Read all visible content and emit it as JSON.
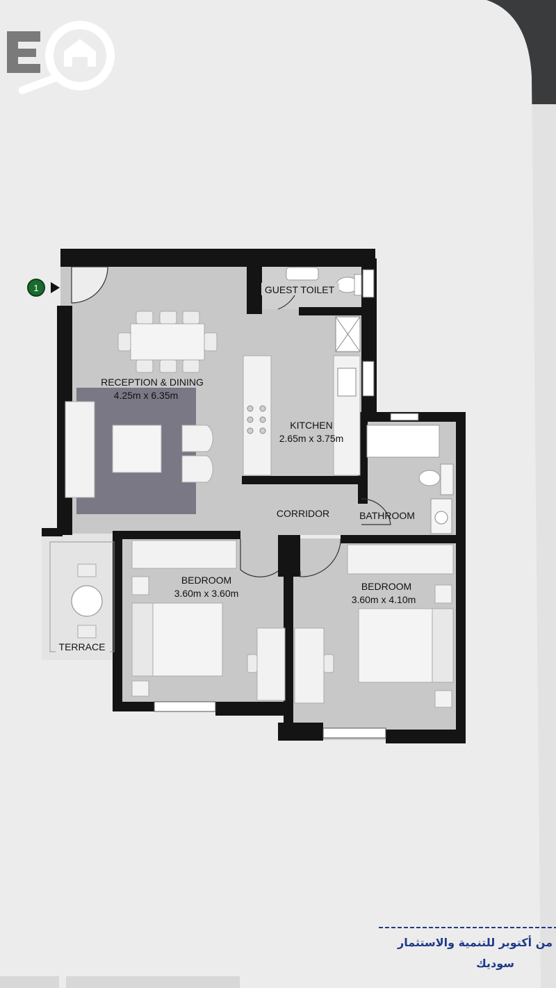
{
  "entrance_marker": "1",
  "rooms": {
    "guest_toilet": {
      "name": "GUEST TOILET"
    },
    "reception": {
      "name": "RECEPTION & DINING",
      "size": "4.25m x 6.35m"
    },
    "kitchen": {
      "name": "KITCHEN",
      "size": "2.65m x 3.75m"
    },
    "corridor": {
      "name": "CORRIDOR"
    },
    "bathroom": {
      "name": "BATHROOM"
    },
    "bedroom_1": {
      "name": "BEDROOM",
      "size": "3.60m x 3.60m"
    },
    "bedroom_2": {
      "name": "BEDROOM",
      "size": "3.60m x 4.10m"
    },
    "terrace": {
      "name": "TERRACE"
    }
  },
  "stamp": {
    "line1": "من أكتوبر للتنمية والاستثمار",
    "line2": "سوديك"
  },
  "colors": {
    "wall": "#141414",
    "floor": "#c8c8c8",
    "rug": "#7a7885",
    "page": "#ececec",
    "marker": "#1a6b2e",
    "stamp": "#1f3a8a"
  },
  "icons": [
    "logo-home-icon",
    "entrance-marker-icon",
    "entrance-arrow-icon"
  ]
}
